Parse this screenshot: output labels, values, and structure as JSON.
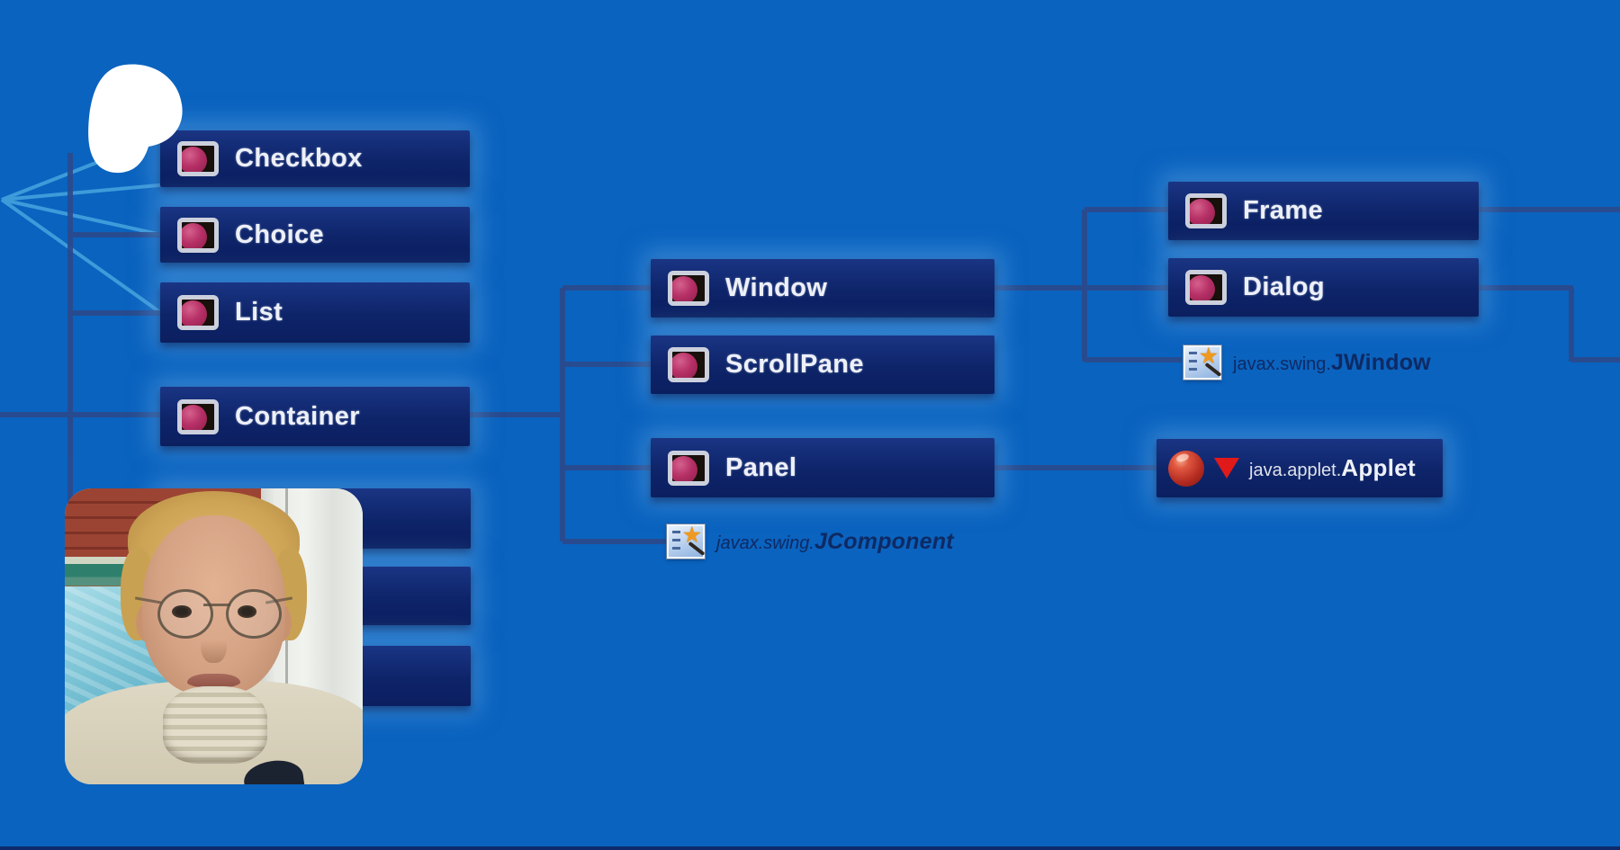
{
  "palette": {
    "background": "#0a63bf",
    "node_fill": "#0d2369",
    "node_text": "#edf0f8",
    "connector_line": "#2b4a8c",
    "perspective_ray": "#55b4e6",
    "swing_label_text": "#0e2a63",
    "applet_triangle": "#e01a1a",
    "bottom_bar": "#0d2b6b",
    "blob": "#ffffff"
  },
  "glyphs": {
    "star": "★"
  },
  "nodes": {
    "checkbox": {
      "label": "Checkbox",
      "icon": "screen-icon"
    },
    "choice": {
      "label": "Choice",
      "icon": "screen-icon"
    },
    "list": {
      "label": "List",
      "icon": "screen-icon"
    },
    "container": {
      "label": "Container",
      "icon": "screen-icon"
    },
    "window": {
      "label": "Window",
      "icon": "screen-icon"
    },
    "scrollpane": {
      "label": "ScrollPane",
      "icon": "screen-icon"
    },
    "panel": {
      "label": "Panel",
      "icon": "screen-icon"
    },
    "frame": {
      "label": "Frame",
      "icon": "screen-icon"
    },
    "dialog": {
      "label": "Dialog",
      "icon": "screen-icon"
    }
  },
  "swing": {
    "jwindow": {
      "prefix": "javax.swing.",
      "name": "JWindow",
      "icon": "wizard-panel-icon"
    },
    "jcomponent": {
      "prefix": "javax.swing.",
      "name": "JComponent",
      "icon": "wizard-panel-icon"
    }
  },
  "applet": {
    "prefix": "java.applet.",
    "name": "Applet",
    "icons": [
      "tomato-icon",
      "red-triangle-icon"
    ]
  },
  "overlays": {
    "white_blob": "white-blob-overlay",
    "webcam_photo": "presenter-webcam-photo"
  }
}
